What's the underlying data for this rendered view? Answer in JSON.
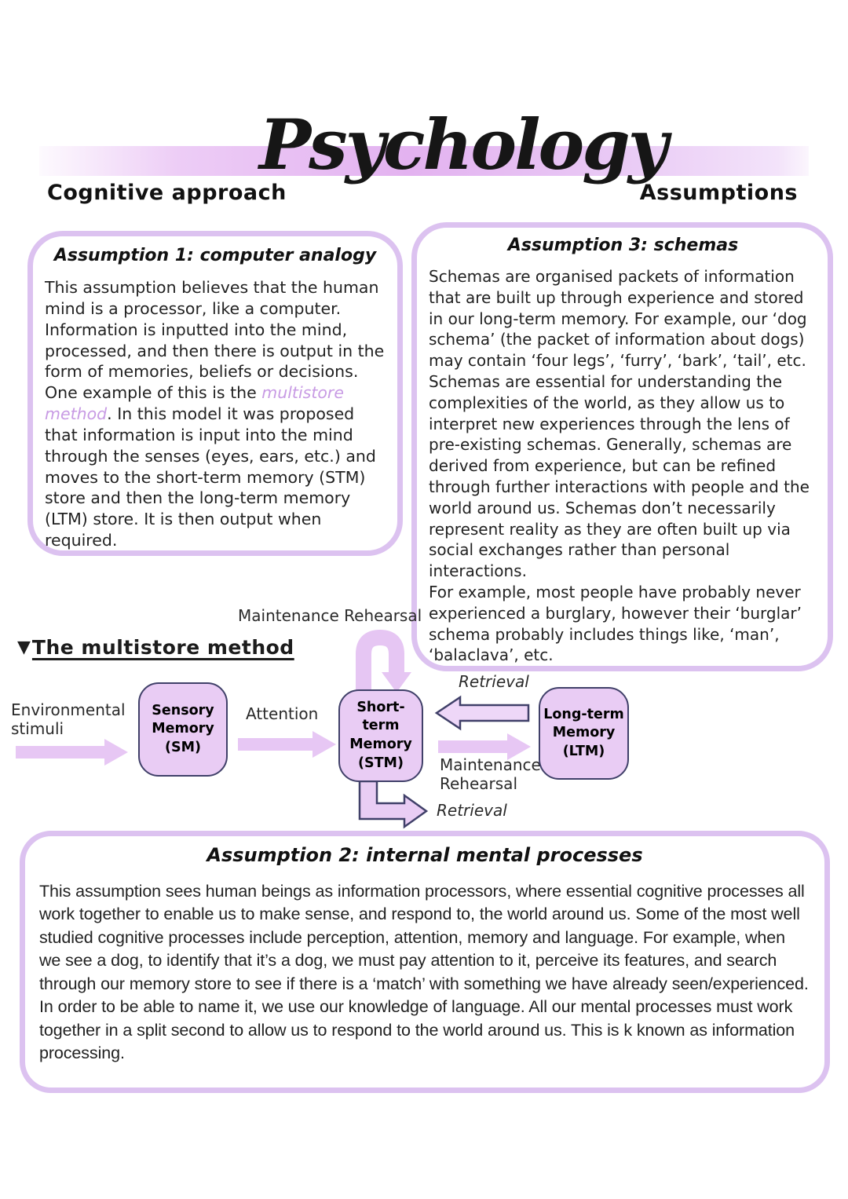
{
  "page": {
    "title": "Psychology",
    "left_heading": "Cognitive approach",
    "right_heading": "Assumptions"
  },
  "colors": {
    "banner_purple": "#e3b2f0",
    "card_border": "#dcc2f0",
    "memory_box_fill": "#e9ccf4",
    "memory_box_border": "#404069",
    "arrow_fill": "#e7c7f4",
    "link_text_purple": "#c89be4"
  },
  "assumption1": {
    "title": "Assumption 1: computer analogy",
    "body_before": "This assumption believes that the human mind is a processor, like a computer. Information is inputted into the mind, processed, and then there is output in the form of memories, beliefs or decisions. One example of this is the ",
    "link_text": "multistore method",
    "body_after": ". In this model it was proposed that information is input into the mind through the senses (eyes, ears, etc.) and moves to the short-term memory (STM) store and then the long-term memory (LTM) store. It is then output when required."
  },
  "assumption3": {
    "title": "Assumption 3: schemas",
    "para1": "Schemas are organised packets of information that are built up through experience and stored in our long-term memory. For example, our ‘dog schema’ (the packet of information about dogs) may contain ‘four legs’, ‘furry’, ‘bark’, ‘tail’, etc. Schemas are essential for understanding the complexities of the world, as they allow us to interpret new experiences through the lens of pre-existing schemas. Generally, schemas are derived from experience, but can be refined through further interactions with people and the world around us. Schemas don’t necessarily represent reality as they are often built up via social exchanges rather than personal interactions.",
    "para2": "For example, most people have probably never experienced a burglary, however their ‘burglar’ schema probably includes things like, ‘man’, ‘balaclava’, etc."
  },
  "diagram": {
    "bullet_icon": "▼",
    "heading": "The multistore method",
    "labels": {
      "maintenance_top": "Maintenance Rehearsal",
      "env_stimuli": [
        "Environmental",
        "stimuli"
      ],
      "attention": "Attention",
      "retrieval_top": "Retrieval",
      "maintenance_bottom": [
        "Maintenance",
        "Rehearsal"
      ],
      "retrieval_bottom": "Retrieval"
    },
    "boxes": {
      "sm": [
        "Sensory",
        "Memory",
        "(SM)"
      ],
      "stm": [
        "Short-term",
        "Memory",
        "(STM)"
      ],
      "ltm": [
        "Long-term",
        "Memory",
        "(LTM)"
      ]
    }
  },
  "assumption2": {
    "title": "Assumption 2: internal mental processes",
    "body": "This assumption sees human beings as information processors, where essential cognitive processes all work together to enable us to make sense, and respond to, the world around us. Some of the most well studied cognitive processes include perception, attention, memory and language. For example, when we see a dog, to identify that it’s a dog, we must pay attention to it, perceive its features, and search through our memory store to see if there is a ‘match’ with something we have already seen/experienced. In order to be able to name it, we use our knowledge of language. All our mental processes must work together in a split second to allow us to respond to the world around us. This is k known as information processing."
  }
}
